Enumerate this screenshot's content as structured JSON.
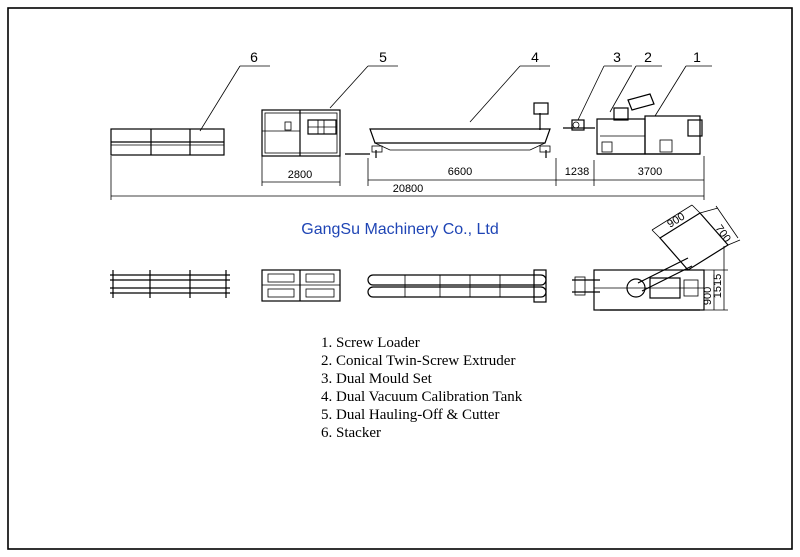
{
  "callouts": [
    "1",
    "2",
    "3",
    "4",
    "5",
    "6"
  ],
  "dimensions": {
    "hauling_length": "2800",
    "tank_length": "6600",
    "mould_length": "1238",
    "extruder_length": "3700",
    "total_length": "20800",
    "loader_width": "900",
    "loader_depth": "700",
    "side_900": "900",
    "side_1515": "1515"
  },
  "company": "GangSu Machinery Co., Ltd",
  "legend": [
    "1. Screw Loader",
    "2. Conical Twin-Screw Extruder",
    "3. Dual Mould Set",
    "4. Dual Vacuum Calibration Tank",
    "5. Dual Hauling-Off & Cutter",
    "6. Stacker"
  ]
}
